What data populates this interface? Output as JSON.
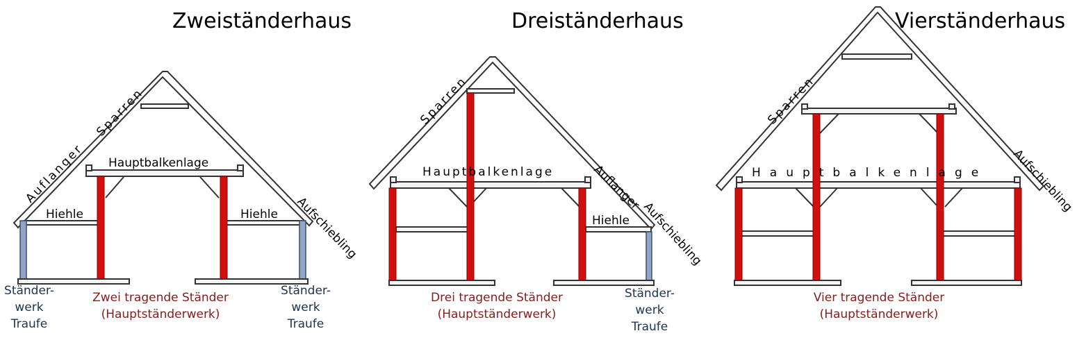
{
  "houses": [
    {
      "title": "Zweiständerhaus",
      "rafter": "Sparren",
      "main_beam": "Hauptbalkenlage",
      "auflanger": "Auflanger",
      "hiehle_left": "Hiehle",
      "hiehle_right": "Hiehle",
      "aufschiebling": "Aufschiebling",
      "side_left": [
        "Ständer-",
        "werk",
        "Traufe"
      ],
      "side_right": [
        "Ständer-",
        "werk",
        "Traufe"
      ],
      "caption": [
        "Zwei tragende Ständer",
        "(Hauptständerwerk)"
      ]
    },
    {
      "title": "Dreiständerhaus",
      "rafter": "Sparren",
      "main_beam": "Hauptbalkenlage",
      "auflanger": "Auflanger",
      "aufschiebling": "Aufschiebling",
      "hiehle_right": "Hiehle",
      "side_right": [
        "Ständer-",
        "werk",
        "Traufe"
      ],
      "caption": [
        "Drei tragende Ständer",
        "(Hauptständerwerk)"
      ]
    },
    {
      "title": "Vierständerhaus",
      "rafter": "Sparren",
      "main_beam": "Hauptbalkenlage",
      "aufschiebling": "Aufschiebling",
      "caption": [
        "Vier tragende Ständer",
        "(Hauptständerwerk)"
      ]
    }
  ],
  "colors": {
    "post_main": "#d10f0f",
    "post_side": "#90a6c2",
    "caption_red": "#8b1a1a",
    "label_blue": "#1e3350"
  }
}
